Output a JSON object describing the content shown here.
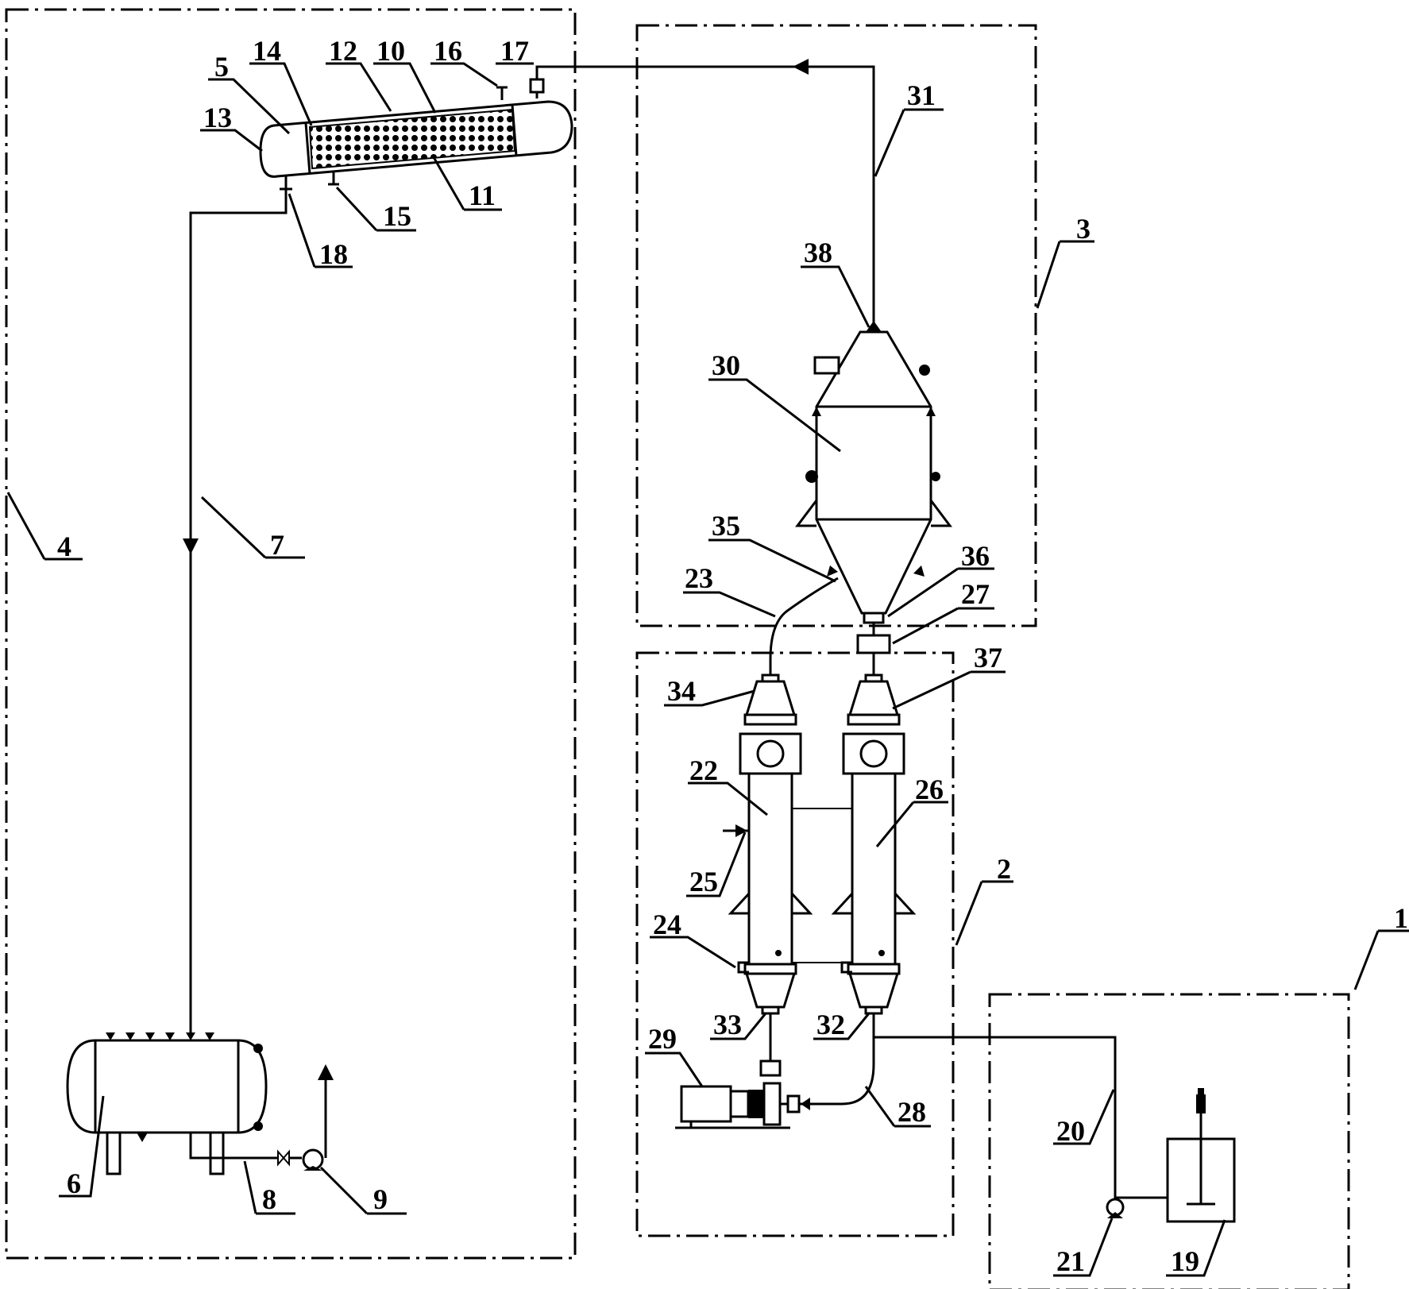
{
  "labels": {
    "l1": "1",
    "l2": "2",
    "l3": "3",
    "l4": "4",
    "l5": "5",
    "l6": "6",
    "l7": "7",
    "l8": "8",
    "l9": "9",
    "l10": "10",
    "l11": "11",
    "l12": "12",
    "l13": "13",
    "l14": "14",
    "l15": "15",
    "l16": "16",
    "l17": "17",
    "l18": "18",
    "l19": "19",
    "l20": "20",
    "l21": "21",
    "l22": "22",
    "l23": "23",
    "l24": "24",
    "l25": "25",
    "l26": "26",
    "l27": "27",
    "l28": "28",
    "l29": "29",
    "l30": "30",
    "l31": "31",
    "l32": "32",
    "l33": "33",
    "l34": "34",
    "l35": "35",
    "l36": "36",
    "l37": "37",
    "l38": "38"
  },
  "colors": {
    "line": "#000000",
    "background": "#ffffff"
  }
}
